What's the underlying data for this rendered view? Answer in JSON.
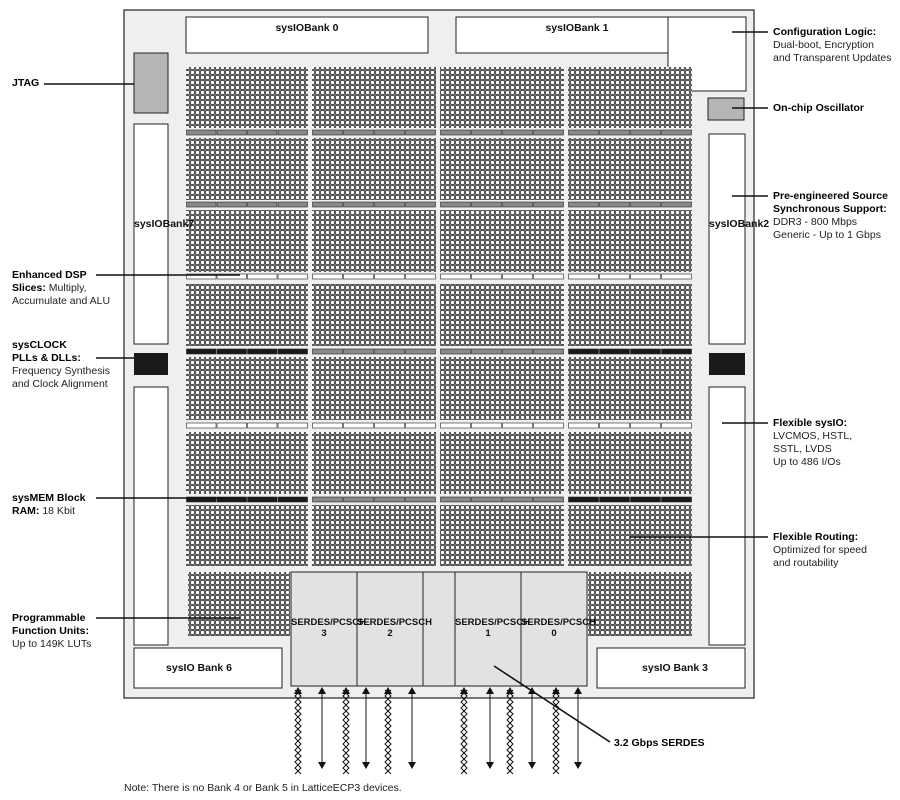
{
  "banks": {
    "bank0": [
      "sysIO",
      "Bank 0"
    ],
    "bank1": [
      "sysIO",
      "Bank 1"
    ],
    "bank7": [
      "sysIO",
      "Bank",
      "7"
    ],
    "bank2": [
      "sysIO",
      "Bank",
      "2"
    ],
    "bank6": "sysIO Bank 6",
    "bank3": "sysIO Bank 3"
  },
  "serdes": [
    [
      "SERDES/PCS",
      "CH 3"
    ],
    [
      "SERDES/PCS",
      "CH 2"
    ],
    [
      "SERDES/PCS",
      "CH 1"
    ],
    [
      "SERDES/PCS",
      "CH 0"
    ]
  ],
  "callouts": {
    "jtag": {
      "title": "JTAG"
    },
    "dsp": {
      "title1": "Enhanced DSP",
      "title2": "Slices:",
      "desc1": " Multiply,",
      "desc2": "Accumulate and ALU"
    },
    "sysclock": {
      "title1": "sysCLOCK",
      "title2": "PLLs & DLLs:",
      "desc1": "Frequency Synthesis",
      "desc2": "and Clock Alignment"
    },
    "sysmem": {
      "title1": "sysMEM Block",
      "title2": "RAM:",
      "desc": " 18 Kbit"
    },
    "pfu": {
      "title1": "Programmable",
      "title2": "Function Units:",
      "desc": "Up to 149K LUTs"
    },
    "config": {
      "title": "Configuration Logic:",
      "desc1": "Dual-boot, Encryption",
      "desc2": "and Transparent Updates"
    },
    "osc": {
      "title": "On-chip Oscillator"
    },
    "presync": {
      "title1": "Pre-engineered Source",
      "title2": "Synchronous Support:",
      "desc1": "DDR3 - 800 Mbps",
      "desc2": "Generic - Up to 1 Gbps"
    },
    "flexio": {
      "title": "Flexible sysIO:",
      "desc1": "LVCMOS, HSTL,",
      "desc2": "SSTL, LVDS",
      "desc3": "Up to 486 I/Os"
    },
    "routing": {
      "title": "Flexible Routing:",
      "desc1": "Optimized for speed",
      "desc2": "and routability"
    },
    "serdes": {
      "title": "3.2 Gbps SERDES"
    }
  },
  "note": "Note: There is no Bank 4 or Bank 5 in LatticeECP3 devices.",
  "colors": {
    "chip_fill": "#efefef",
    "block_fill": "#ffffff",
    "grid_line": "#3a3a3a",
    "dark_block": "#1a1a1a",
    "jtag_fill": "#b5b5b5",
    "serdes_fill": "#e2e2e2"
  }
}
